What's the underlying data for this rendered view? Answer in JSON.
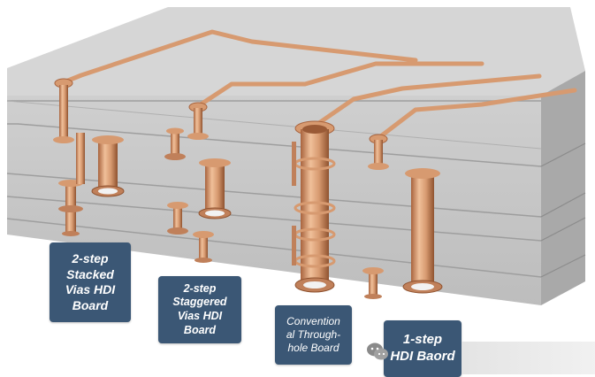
{
  "labels": {
    "stacked": "2-step\nStacked\nVias HDI\nBoard",
    "staggered": "2-step\nStaggered\nVias HDI\nBoard",
    "through": "Convention\nal Through-\nhole Board",
    "onestep": "1-step\nHDI Baord"
  },
  "colors": {
    "board_top": "#d5d5d5",
    "board_side": "#c4c4c4",
    "board_end": "#a9a9a9",
    "copper": "#d79a70",
    "copper_dark": "#a8633d",
    "label_bg": "#3b5775",
    "label_text": "#ffffff"
  },
  "icons": {
    "watermark": "chat-bubble-logo-icon"
  }
}
